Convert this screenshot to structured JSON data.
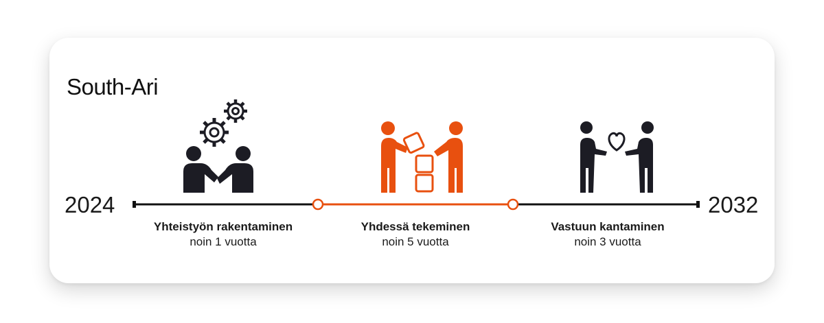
{
  "title": "South-Ari",
  "timeline": {
    "start_year": "2024",
    "end_year": "2032",
    "line_color": "#111111",
    "accent_color": "#e8500f"
  },
  "phases": [
    {
      "name": "Yhteistyön rakentaminen",
      "duration": "noin 1 vuotta",
      "icon": "handshake-gears-icon",
      "color": "#1c1c24"
    },
    {
      "name": "Yhdessä tekeminen",
      "duration": "noin 5 vuotta",
      "icon": "building-blocks-icon",
      "color": "#e8500f"
    },
    {
      "name": "Vastuun kantaminen",
      "duration": "noin 3 vuotta",
      "icon": "giving-heart-icon",
      "color": "#1c1c24"
    }
  ]
}
